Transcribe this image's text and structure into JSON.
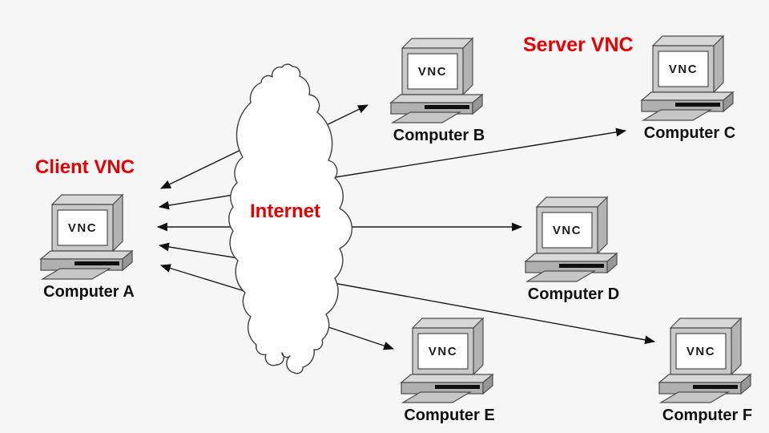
{
  "diagram": {
    "roles": {
      "client": "Client VNC",
      "server": "Server VNC"
    },
    "cloud_label": "Internet",
    "screen_label": "VNC",
    "computers": [
      {
        "id": "A",
        "label": "Computer A",
        "role": "client"
      },
      {
        "id": "B",
        "label": "Computer B",
        "role": "server"
      },
      {
        "id": "C",
        "label": "Computer C",
        "role": "server"
      },
      {
        "id": "D",
        "label": "Computer D",
        "role": "server"
      },
      {
        "id": "E",
        "label": "Computer E",
        "role": "server"
      },
      {
        "id": "F",
        "label": "Computer F",
        "role": "server"
      }
    ],
    "connections": {
      "from_cloud_to_servers": [
        "Computer B",
        "Computer C",
        "Computer D",
        "Computer E",
        "Computer F"
      ],
      "from_cloud_to_client": {
        "target": "Computer A",
        "arrow_count": 5
      }
    },
    "colors": {
      "accent_red": "#e60000",
      "line": "#1a1a1a",
      "background": "#f6f6f6",
      "cloud_fill": "#fefefe",
      "label_text": "#111111"
    }
  }
}
